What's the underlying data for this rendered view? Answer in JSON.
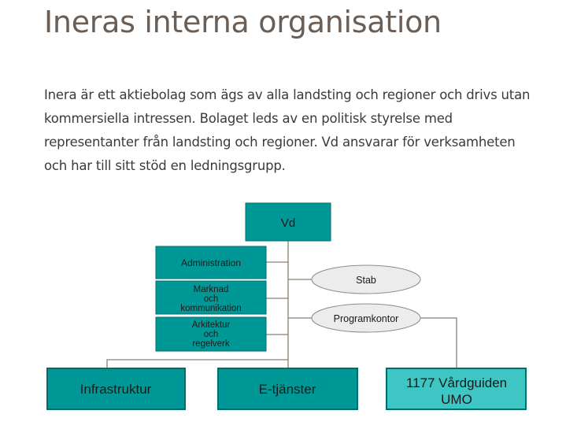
{
  "page": {
    "title": "Ineras interna organisation",
    "intro": "Inera är ett aktiebolag som ägs av alla landsting och regioner och drivs utan kommersiella intressen. Bolaget leds av en politisk styrelse med representanter från landsting och regioner. Vd ansvarar för verksamheten och har till sitt stöd en ledningsgrupp."
  },
  "org_chart": {
    "top": "Vd",
    "support_units": [
      [
        "Administration"
      ],
      [
        "Marknad",
        "och",
        "kommunikation"
      ],
      [
        "Arkitektur",
        "och",
        "regelverk"
      ]
    ],
    "staff_units": [
      "Stab",
      "Programkontor"
    ],
    "operations": [
      [
        "Infrastruktur"
      ],
      [
        "E-tjänster"
      ],
      [
        "1177 Vårdguiden",
        "UMO"
      ]
    ]
  },
  "colors": {
    "box_teal": "#009896",
    "box_teal_border": "#006e6c",
    "box_light_teal": "#3ec6c4",
    "ellipse_fill": "#ececec",
    "ellipse_border": "#8c8c8c",
    "connector": "#8a7f6e"
  }
}
